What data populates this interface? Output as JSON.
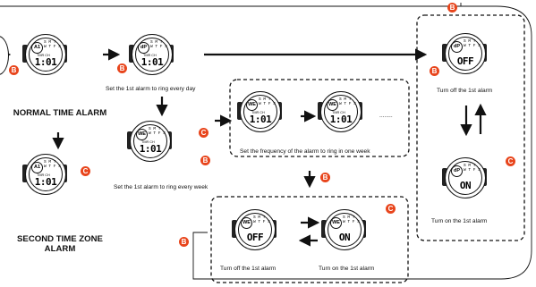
{
  "labels": {
    "normal_time_alarm": "NORMAL TIME ALARM",
    "second_time_zone_alarm_line1": "SECOND TIME ZONE",
    "second_time_zone_alarm_line2": "ALARM",
    "set_every_day": "Set the 1st alarm to ring every day",
    "set_every_week": "Set the 1st alarm to ring every week",
    "set_frequency": "Set the frequency of the alarm to ring in one week",
    "turn_off_right": "Turn off the 1st alarm",
    "turn_on_right": "Turn on the 1st alarm",
    "turn_off_bottom": "Turn off the 1st alarm",
    "turn_on_bottom": "Turn on the 1st alarm",
    "ellipsis": "........"
  },
  "buttons": {
    "b": "B",
    "c": "C"
  },
  "watches": [
    {
      "id": "w1",
      "mode": "A1",
      "days": "S M T\nW T F S",
      "sub": "TMR  CH",
      "digits": "1:01"
    },
    {
      "id": "w2",
      "mode": "dP",
      "days": "S M T\nW T F S",
      "sub": "TMR  CH",
      "digits": "1:01"
    },
    {
      "id": "w3",
      "mode": "WE",
      "days": "S M T\nW T F S",
      "sub": "TMR  CH",
      "digits": "1:01"
    },
    {
      "id": "w4",
      "mode": "A1",
      "days": "S M T\nW T F S",
      "sub": "TMR  CH",
      "digits": "1:01"
    },
    {
      "id": "w5",
      "mode": "WE",
      "days": "S M T\nW T F S",
      "sub": "TMR  CH",
      "digits": "1:01"
    },
    {
      "id": "w6",
      "mode": "WE",
      "days": "S M T\nW T F S",
      "sub": "TMR  CH",
      "digits": "1:01"
    },
    {
      "id": "w7",
      "mode": "dP",
      "days": "S M T\nW T F S",
      "sub": "",
      "digits": "OFF"
    },
    {
      "id": "w8",
      "mode": "dP",
      "days": "S M T\nW T F S",
      "sub": "",
      "digits": "ON"
    },
    {
      "id": "w9",
      "mode": "WE",
      "days": "S M T\nW T F S",
      "sub": "",
      "digits": "OFF"
    },
    {
      "id": "w10",
      "mode": "WE",
      "days": "S M T\nW T F S",
      "sub": "",
      "digits": "ON"
    },
    {
      "id": "w0",
      "mode": "",
      "days": "",
      "sub": "",
      "digits": ""
    }
  ],
  "colors": {
    "badge": "#e8451c",
    "line": "#111111"
  }
}
